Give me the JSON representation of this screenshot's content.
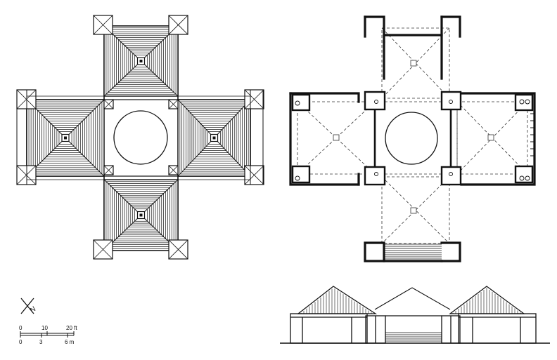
{
  "north_arrow": {
    "label": "N",
    "icon": "north-arrow-icon"
  },
  "scale_bar": {
    "feet_ticks": [
      "0",
      "10",
      "20 ft"
    ],
    "meter_ticks": [
      "0",
      "3",
      "6 m"
    ]
  },
  "colors": {
    "ink": "#111111",
    "paper": "#ffffff"
  }
}
